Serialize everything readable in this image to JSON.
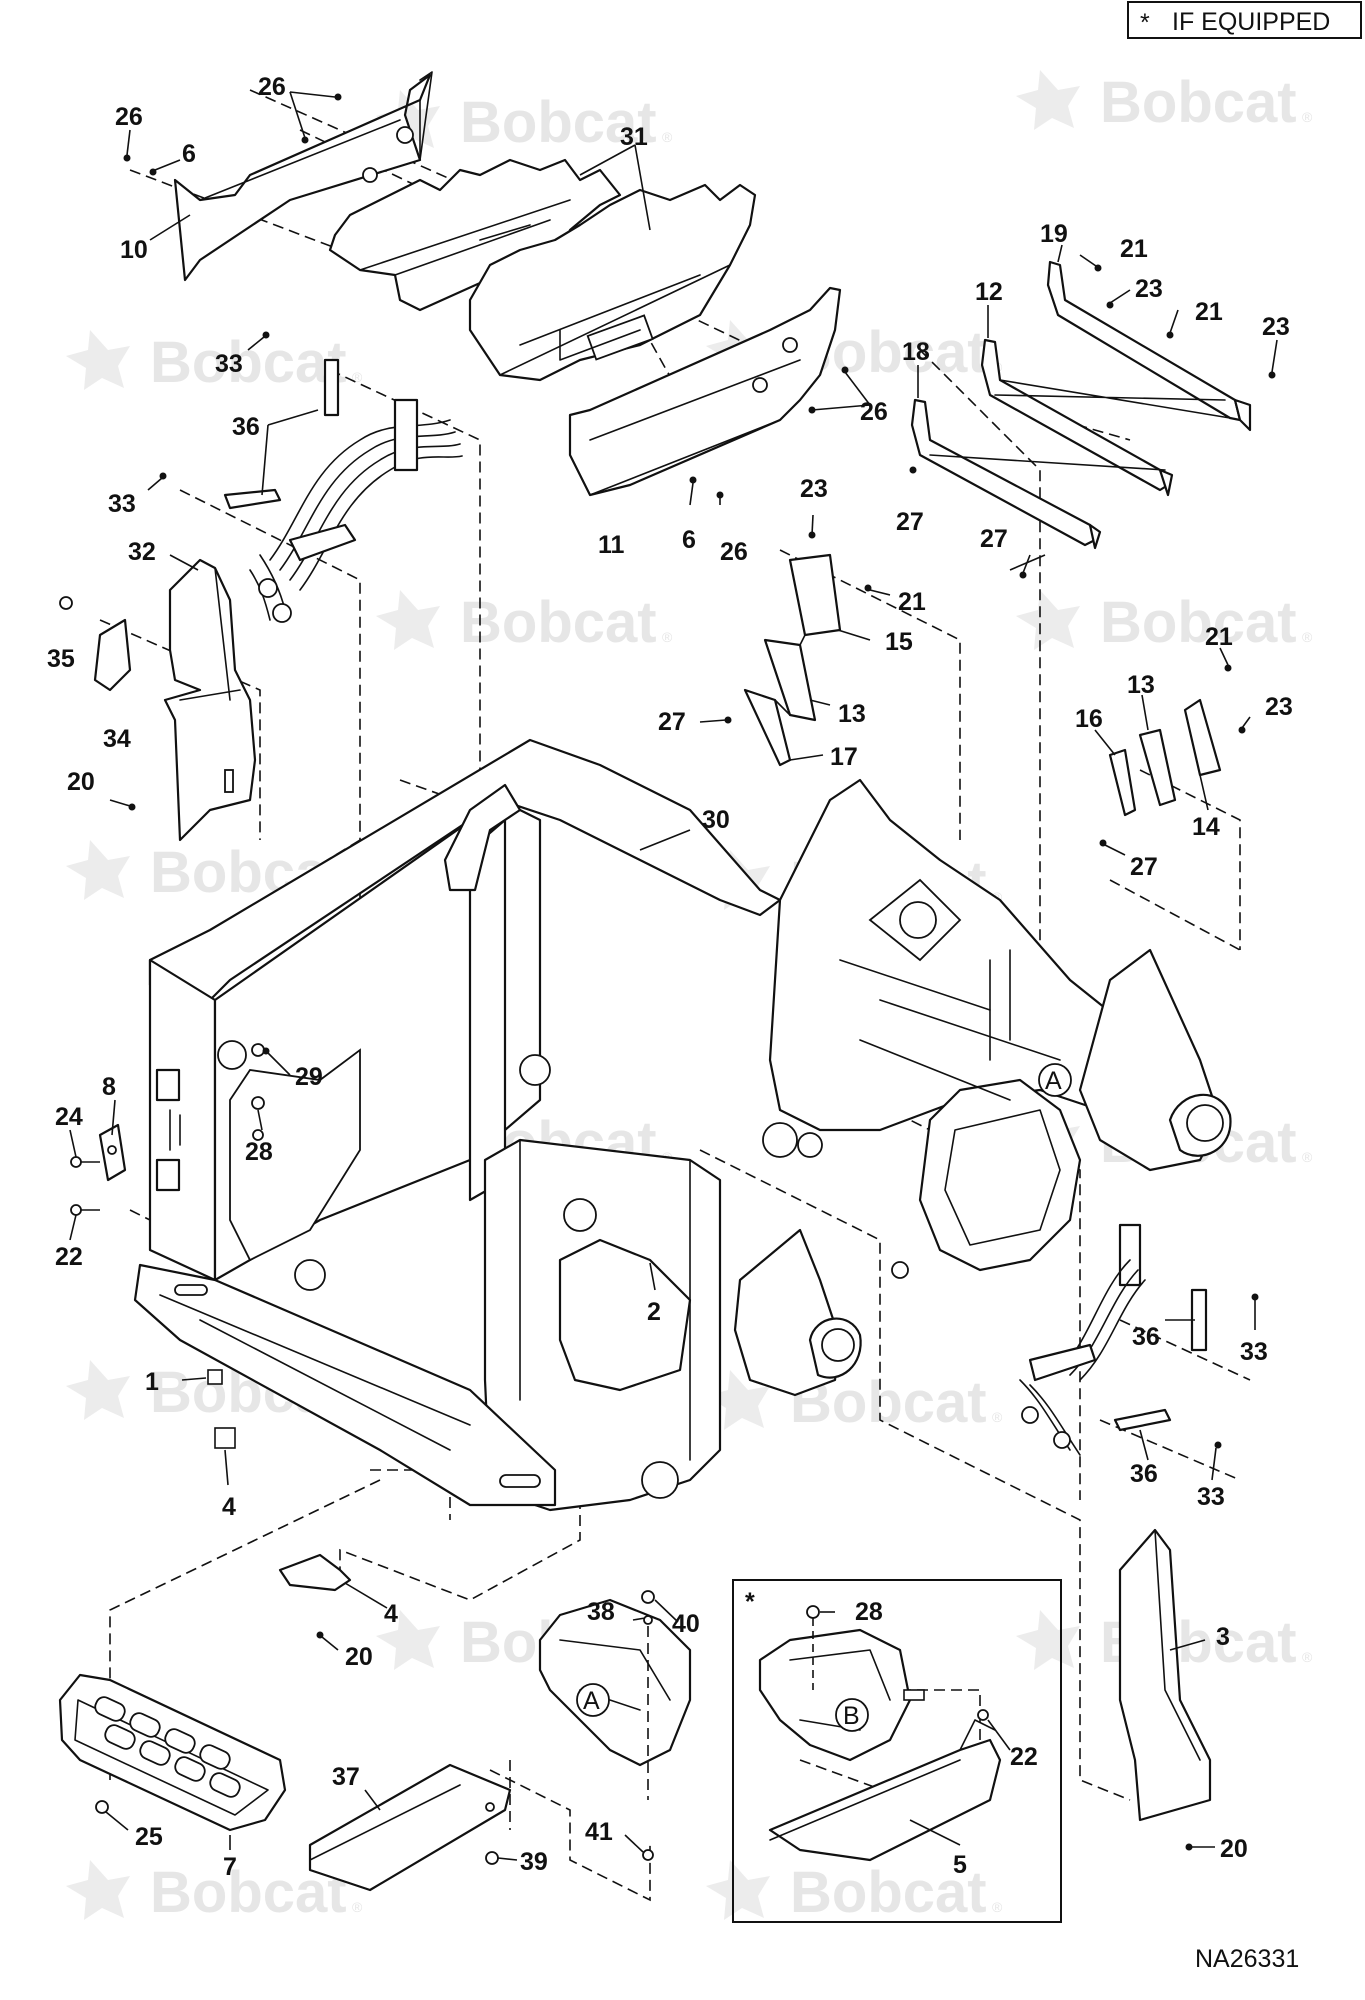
{
  "header_note": {
    "symbol": "*",
    "text": "IF EQUIPPED"
  },
  "inset_marker": "*",
  "figure_id": "NA26331",
  "watermark": {
    "brand": "Bobcat",
    "registered": "®"
  },
  "view_refs": [
    "A",
    "A",
    "B"
  ],
  "callouts": [
    "26",
    "26",
    "6",
    "10",
    "31",
    "19",
    "21",
    "12",
    "23",
    "21",
    "23",
    "18",
    "26",
    "33",
    "36",
    "33",
    "11",
    "6",
    "26",
    "27",
    "27",
    "23",
    "32",
    "21",
    "15",
    "35",
    "34",
    "13",
    "27",
    "17",
    "21",
    "13",
    "16",
    "23",
    "20",
    "14",
    "27",
    "30",
    "29",
    "8",
    "24",
    "28",
    "22",
    "2",
    "36",
    "33",
    "1",
    "4",
    "36",
    "33",
    "4",
    "20",
    "38",
    "40",
    "28",
    "3",
    "22",
    "37",
    "25",
    "7",
    "41",
    "39",
    "5",
    "20"
  ],
  "colors": {
    "line": "#111111",
    "watermark": "#e6e6e6",
    "background": "#ffffff"
  }
}
